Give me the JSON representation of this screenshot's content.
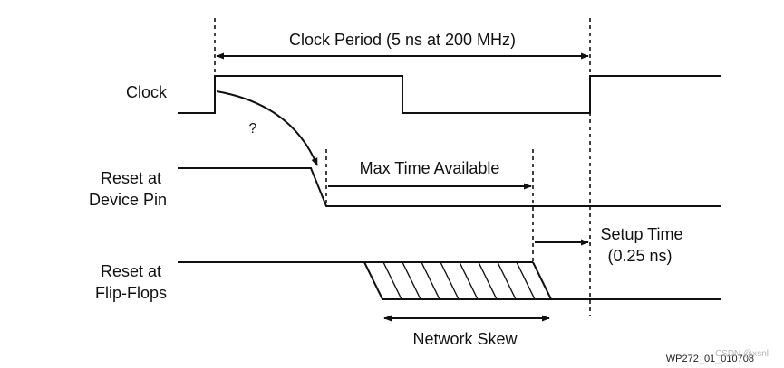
{
  "labels": {
    "clock": "Clock",
    "reset_pin_line1": "Reset at",
    "reset_pin_line2": "Device Pin",
    "reset_ff_line1": "Reset at",
    "reset_ff_line2": "Flip-Flops",
    "clock_period": "Clock Period (5 ns at 200 MHz)",
    "question": "?",
    "max_time": "Max Time Available",
    "setup_time_line1": "Setup Time",
    "setup_time_line2": "(0.25 ns)",
    "network_skew": "Network Skew",
    "figure_id": "WP272_01_010708",
    "watermark": "CSDN @xsnl"
  },
  "colors": {
    "line": "#111111",
    "background": "#ffffff",
    "watermark": "#b5b5b5"
  }
}
